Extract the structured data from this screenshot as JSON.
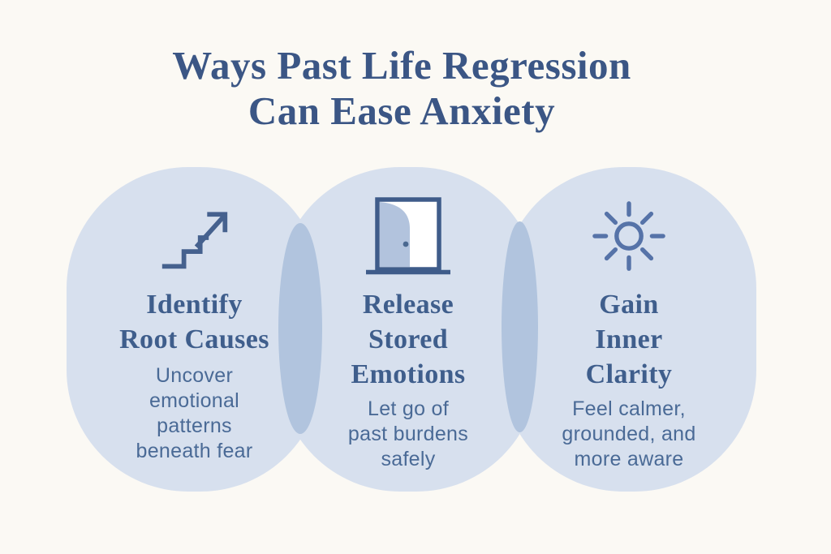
{
  "title": {
    "line1": "Ways Past Life Regression",
    "line2": "Can Ease Anxiety"
  },
  "colors": {
    "background": "#fbf9f4",
    "shape_fill": "#d7e0ee",
    "shape_overlap": "#b1c4de",
    "title_text": "#3b5685",
    "heading_text": "#3f5e8c",
    "body_text": "#4a6a96",
    "icon_stroke": "#45618e",
    "door_leaf_fill": "#b2c3dd",
    "sun_stroke": "#5673a8"
  },
  "cards": [
    {
      "icon": "stairs-growth-arrow-icon",
      "heading": "Identify\nRoot Causes",
      "body": "Uncover\nemotional\npatterns\nbeneath fear"
    },
    {
      "icon": "open-door-icon",
      "heading": "Release\nStored\nEmotions",
      "body": "Let go of\npast burdens\nsafely"
    },
    {
      "icon": "sun-icon",
      "heading": "Gain\nInner\nClarity",
      "body": "Feel calmer,\ngrounded, and\nmore aware"
    }
  ]
}
